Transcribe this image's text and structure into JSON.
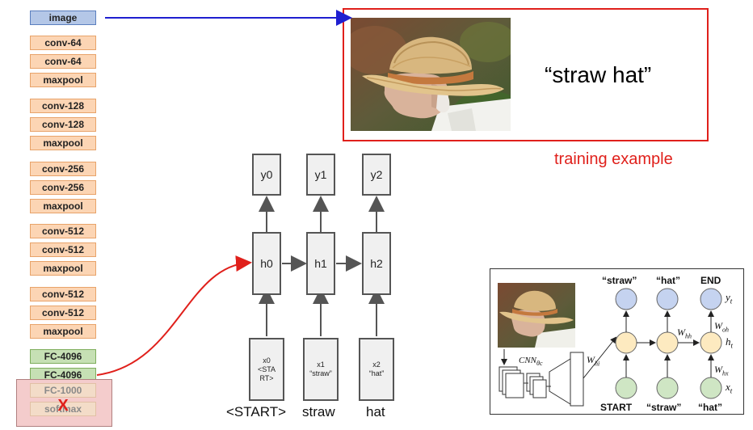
{
  "cnn_layers": {
    "image": "image",
    "conv64_a": "conv-64",
    "conv64_b": "conv-64",
    "pool1": "maxpool",
    "conv128_a": "conv-128",
    "conv128_b": "conv-128",
    "pool2": "maxpool",
    "conv256_a": "conv-256",
    "conv256_b": "conv-256",
    "pool3": "maxpool",
    "conv512_a": "conv-512",
    "conv512_b": "conv-512",
    "pool4": "maxpool",
    "conv512_c": "conv-512",
    "conv512_d": "conv-512",
    "pool5": "maxpool",
    "fc1": "FC-4096",
    "fc2": "FC-4096",
    "fc3": "FC-1000",
    "softmax": "softmax",
    "remove_mark": "X"
  },
  "training": {
    "caption": "“straw hat”",
    "label": "training example"
  },
  "rnn": {
    "outputs": [
      "y0",
      "y1",
      "y2"
    ],
    "hidden": [
      "h0",
      "h1",
      "h2"
    ],
    "inputs": [
      {
        "name": "x0",
        "token": "<STA RT>"
      },
      {
        "name": "x1",
        "token": "“straw”"
      },
      {
        "name": "x2",
        "token": "“hat”"
      }
    ],
    "words": [
      "<START>",
      "straw",
      "hat"
    ]
  },
  "inset": {
    "top_words": [
      "“straw”",
      "“hat”",
      "END"
    ],
    "bottom_words": [
      "START",
      "“straw”",
      "“hat”"
    ],
    "cnn_label": "CNN",
    "cnn_sub": "θc",
    "whi": "W",
    "whi_sub": "hi",
    "whh": "W",
    "whh_sub": "hh",
    "woh": "W",
    "woh_sub": "oh",
    "whx": "W",
    "whx_sub": "hx",
    "yt": "y",
    "yt_sub": "t",
    "ht": "h",
    "ht_sub": "t",
    "xt": "x",
    "xt_sub": "t"
  },
  "colors": {
    "conv": "#fcd5b4",
    "image": "#b4c7e7",
    "fc": "#c6e0b4",
    "red": "#e0201b",
    "blue": "#1f1fd0",
    "inset_output": "#c5d3f0",
    "inset_hidden": "#fdeac0",
    "inset_input": "#cfe6c4"
  }
}
